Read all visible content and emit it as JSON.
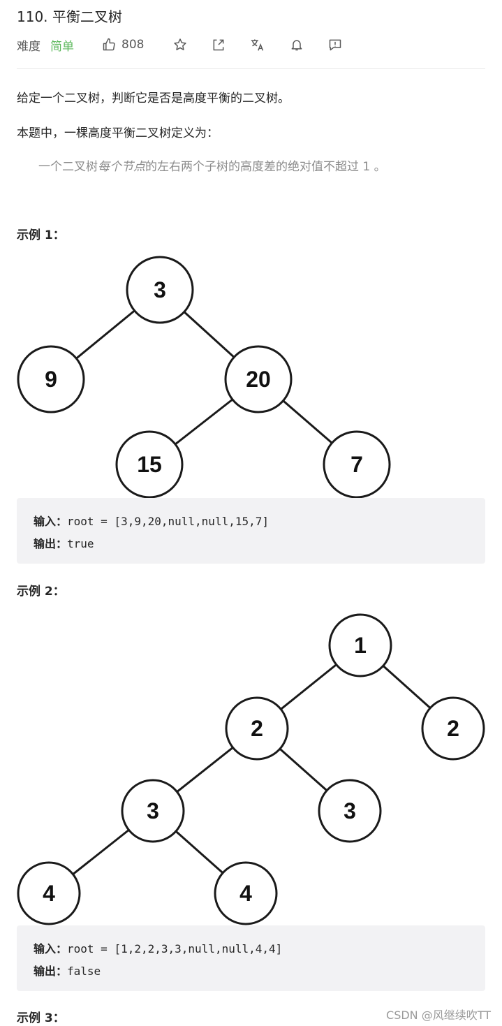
{
  "problem": {
    "title": "110. 平衡二叉树",
    "difficulty_label": "难度",
    "difficulty_value": "简单",
    "likes": "808",
    "colors": {
      "easy": "#5cb85c",
      "text": "#262626",
      "muted": "#8c8c8c"
    },
    "toolbar_icons": [
      "thumbs-up-icon",
      "star-icon",
      "share-icon",
      "translate-icon",
      "bell-icon",
      "feedback-icon"
    ]
  },
  "description": {
    "line1": "给定一个二叉树，判断它是否是高度平衡的二叉树。",
    "line2": "本题中，一棵高度平衡二叉树定义为：",
    "quote_pre": "一个二叉树",
    "quote_em": "每个节点",
    "quote_post": "的左右两个子树的高度差的绝对值不超过 1 。"
  },
  "examples": [
    {
      "heading": "示例 1：",
      "input_label": "输入：",
      "input_value": "root = [3,9,20,null,null,15,7]",
      "output_label": "输出：",
      "output_value": "true",
      "tree_nodes": [
        "3",
        "9",
        "20",
        "15",
        "7"
      ]
    },
    {
      "heading": "示例 2：",
      "input_label": "输入：",
      "input_value": "root = [1,2,2,3,3,null,null,4,4]",
      "output_label": "输出：",
      "output_value": "false",
      "tree_nodes": [
        "1",
        "2",
        "2",
        "3",
        "3",
        "4",
        "4"
      ]
    },
    {
      "heading": "示例 3："
    }
  ],
  "watermark": "CSDN @风继续吹TT"
}
